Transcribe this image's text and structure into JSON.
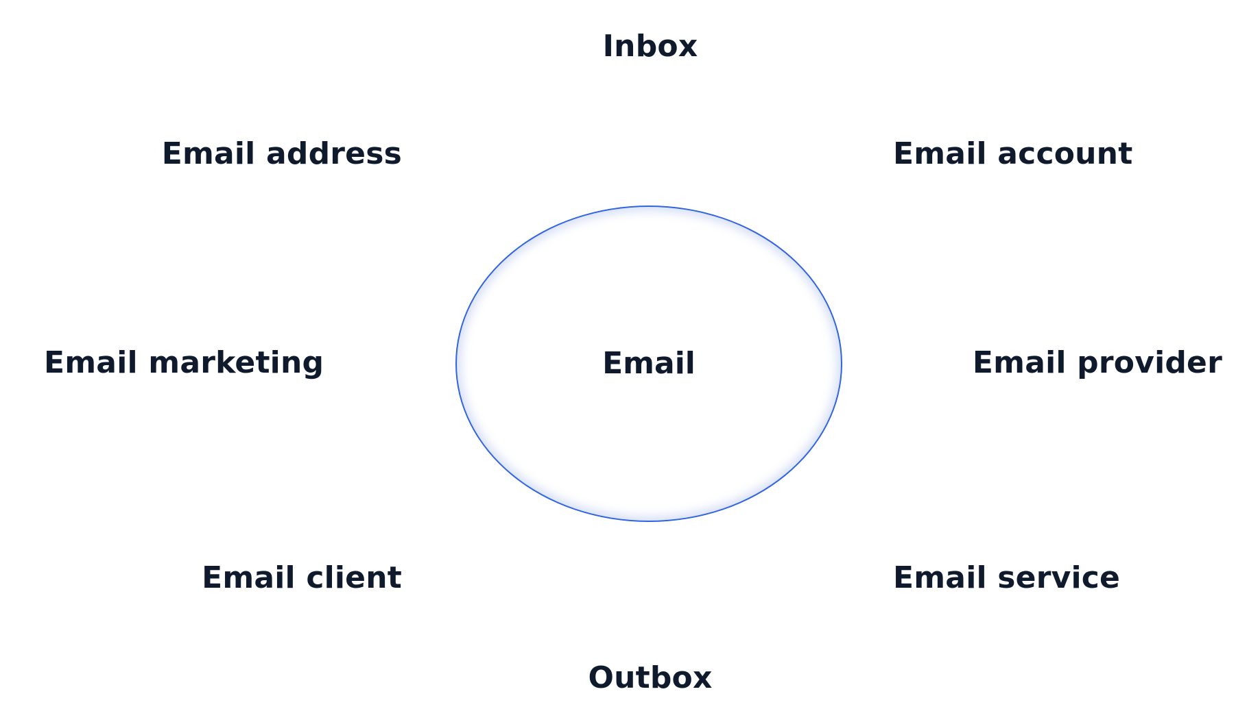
{
  "diagram": {
    "center": "Email",
    "terms": {
      "inbox": "Inbox",
      "email_address": "Email address",
      "email_account": "Email account",
      "email_marketing": "Email marketing",
      "email_provider": "Email provider",
      "email_client": "Email client",
      "email_service": "Email service",
      "outbox": "Outbox"
    },
    "colors": {
      "text": "#0f1b2d",
      "ellipse_stroke": "#2f63e0",
      "background": "#ffffff"
    }
  }
}
